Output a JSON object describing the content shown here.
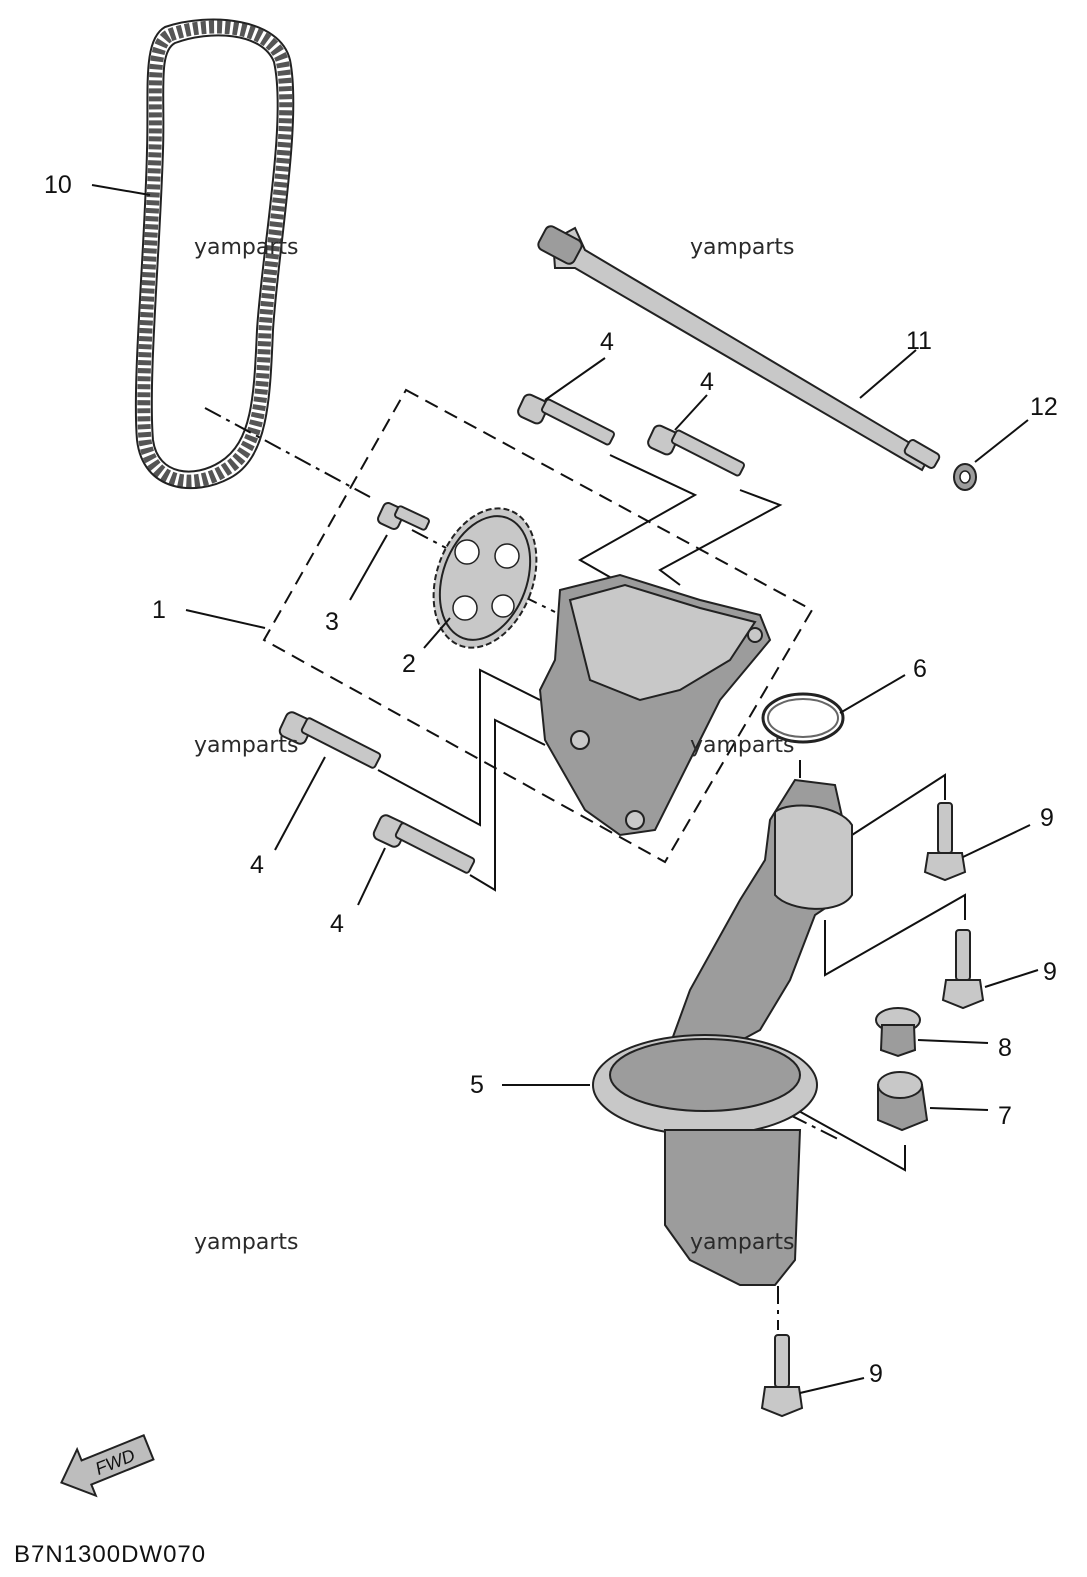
{
  "diagram_code": "B7N1300DW070",
  "watermark": "yamparts",
  "fwd_label": "FWD",
  "callouts": {
    "c1": "1",
    "c2": "2",
    "c3": "3",
    "c4a": "4",
    "c4b": "4",
    "c4c": "4",
    "c4d": "4",
    "c5": "5",
    "c6": "6",
    "c7": "7",
    "c8": "8",
    "c9a": "9",
    "c9b": "9",
    "c9c": "9",
    "c10": "10",
    "c11": "11",
    "c12": "12"
  },
  "icons": {
    "fwd_arrow": "fwd-arrow-icon"
  }
}
